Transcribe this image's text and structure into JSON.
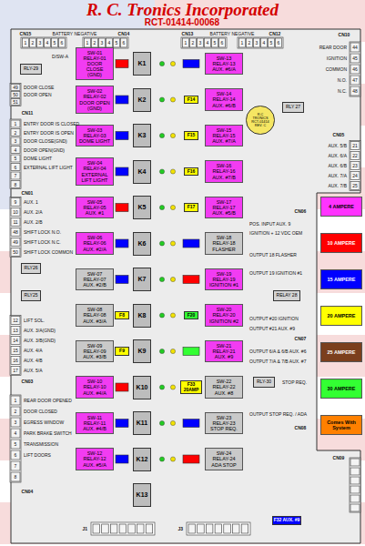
{
  "diagram": {
    "title": "R. C. Tronics Incorporated",
    "nodes": [
      {
        "text": [
          "RLY-29"
        ]
      },
      {
        "text": [
          "K1"
        ]
      },
      {
        "text": [
          "K2"
        ]
      },
      {
        "text": [
          "K3"
        ]
      },
      {
        "text": [
          "K4"
        ]
      },
      {
        "text": [
          "K5"
        ]
      },
      {
        "text": [
          "K6"
        ]
      },
      {
        "text": [
          "K7"
        ]
      },
      {
        "text": [
          "K8"
        ]
      },
      {
        "text": [
          "K9"
        ]
      },
      {
        "text": [
          "K10"
        ]
      },
      {
        "text": [
          "K11"
        ]
      },
      {
        "text": [
          "K12"
        ]
      },
      {
        "text": [
          "K13"
        ]
      },
      {
        "text": [
          "SW-01",
          "RELAY-01",
          "DOOR CLOSE",
          "(GND)"
        ]
      },
      {
        "text": [
          "SW-02",
          "RELAY-02",
          "DOOR OPEN",
          "(GND)"
        ]
      },
      {
        "text": [
          "SW-03",
          "RELAY-03",
          "DOME LIGHT"
        ]
      },
      {
        "text": [
          "SW-04",
          "RELAY-04",
          "EXTERNAL LIFT LIGHT"
        ]
      },
      {
        "text": [
          "SW-05",
          "RELAY-05",
          "AUX. #1"
        ]
      },
      {
        "text": [
          "SW-06",
          "RELAY-06",
          "AUX. #2/A"
        ]
      },
      {
        "text": [
          "SW-07",
          "RELAY-07",
          "AUX. #2/B"
        ]
      },
      {
        "text": [
          "SW-08",
          "RELAY-08",
          "AUX. #3/A"
        ]
      },
      {
        "text": [
          "SW-09",
          "RELAY-09",
          "AUX. #3/B"
        ]
      },
      {
        "text": [
          "SW-10",
          "RELAY-10",
          "AUX. #4/A"
        ]
      },
      {
        "text": [
          "SW-11",
          "RELAY-11",
          "AUX. #4/B"
        ]
      },
      {
        "text": [
          "SW-12",
          "RELAY-12",
          "AUX. #5/A"
        ]
      },
      {
        "text": [
          "SW-13",
          "RELAY-13",
          "AUX. #6/A"
        ]
      },
      {
        "text": [
          "SW-14",
          "RELAY-14",
          "AUX. #6/B"
        ]
      },
      {
        "text": [
          "SW-15",
          "RELAY-15",
          "AUX. #7/A"
        ]
      },
      {
        "text": [
          "SW-16",
          "RELAY-16",
          "AUX. #7/B"
        ]
      },
      {
        "text": [
          "SW-17",
          "RELAY-17",
          "AUX. #5/B"
        ]
      },
      {
        "text": [
          "SW-18",
          "RELAY-18",
          "FLASHER"
        ]
      },
      {
        "text": [
          "SW-19",
          "RELAY-19",
          "IGNITION #1"
        ]
      },
      {
        "text": [
          "SW-20",
          "RELAY-20",
          "IGNITION #2"
        ]
      },
      {
        "text": [
          "SW-21",
          "RELAY-21",
          "AUX. #9"
        ]
      },
      {
        "text": [
          "SW-22",
          "RELAY-22",
          "AUX. #8"
        ]
      },
      {
        "text": [
          "SW-23",
          "RELAY-23",
          "STOP REQ."
        ]
      },
      {
        "text": [
          "SW-24",
          "RELAY-24",
          "ADA STOP"
        ]
      },
      {
        "text": [
          "F8"
        ]
      },
      {
        "text": [
          "F9"
        ]
      },
      {
        "text": [
          "F14"
        ]
      },
      {
        "text": [
          "F15"
        ]
      },
      {
        "text": [
          "F16"
        ]
      },
      {
        "text": [
          "F17"
        ]
      },
      {
        "text": [
          "F20"
        ]
      },
      {
        "text": [
          "F33 20AMP"
        ]
      },
      {
        "text": [
          "RLY 27"
        ]
      },
      {
        "text": [
          "R.C",
          "TRONICS",
          "RCT-01414",
          "REV. C"
        ]
      },
      {
        "text": [
          "RLY26"
        ]
      },
      {
        "text": [
          "RLY25"
        ]
      },
      {
        "text": [
          "RELAY 28"
        ]
      },
      {
        "text": [
          "RLY-30"
        ]
      },
      {
        "text": [
          "F32 AUX. #9"
        ]
      }
    ],
    "labels": [
      "BATTERY NEGATIVE",
      "BATTERY NEGATIVE",
      "CN15",
      "CN14",
      "CN13",
      "CN12",
      "1",
      "2",
      "3",
      "4",
      "5",
      "6",
      "1",
      "2",
      "3",
      "4",
      "5",
      "6",
      "1",
      "2",
      "3",
      "4",
      "5",
      "6",
      "1",
      "2",
      "3",
      "4",
      "5",
      "6",
      "D/SW-A",
      "49",
      "DOOR CLOSE",
      "50",
      "DOOR OPEN",
      "51",
      "CN11",
      "1",
      "2",
      "3",
      "4",
      "5",
      "6",
      "7",
      "8",
      "ENTRY DOOR IS CLOSED",
      "ENTRY DOOR IS OPEN",
      "DOOR CLOSE(GND)",
      "DOOR OPEN(GND)",
      "DOME LIGHT",
      "EXTERNAL LIFT LIGHT",
      "CN01",
      "9",
      "10",
      "11",
      "48",
      "49",
      "50",
      "AUX. 1",
      "AUX. 2/A",
      "AUX. 2/B",
      "SHIFT LOCK N.O.",
      "SHIFT LOCK N.C.",
      "SHIFT LOCK COMMON",
      "12",
      "13",
      "14",
      "15",
      "16",
      "17",
      "LIFT SOL.",
      "AUX. 3/A(GND)",
      "AUX. 3/B(GND)",
      "AUX. 4/A",
      "AUX. 4/B",
      "AUX. 5/A",
      "CN03",
      "1",
      "2",
      "3",
      "4",
      "5",
      "6",
      "7",
      "8",
      "REAR DOOR OPENED",
      "DOOR CLOSED",
      "EGRESS WINDOW",
      "PARK BRAKE SWITCH",
      "TRANSMISSION",
      "LIFT DOORS",
      "CN04",
      "J1",
      "J3",
      "CN10",
      "44",
      "45",
      "46",
      "47",
      "48",
      "REAR DOOR",
      "IGNITION",
      "COMMON",
      "N.O.",
      "N.C.",
      "CN05",
      "21",
      "22",
      "23",
      "24",
      "25",
      "AUX. 5/B",
      "AUX. 6/A",
      "AUX. 6/B",
      "AUX. 7/A",
      "AUX. 7/B",
      "CN06",
      "POS. INPUT AUX. 9",
      "IGNITION + 12 VDC OEM",
      "OUTPUT 18 FLASHER",
      "OUTPUT 19 IGNITION #1",
      "OUTPUT #20 IGNITION",
      "OUTPUT #21 AUX. #9",
      "CN07",
      "OUTPUT 6/A & 6/B AUX. #6",
      "OUTPUT 7/A & 7/B AUX. #7",
      "STOP REQ.",
      "OUTPUT STOP REQ. / ADA",
      "CN08",
      "CN09",
      "RCT-01414-00068"
    ],
    "legend": [
      {
        "text": "4 AMPERE",
        "color": "#ff33ff"
      },
      {
        "text": "10 AMPERE",
        "color": "#ff0000"
      },
      {
        "text": "15 AMPERE",
        "color": "#0000ff"
      },
      {
        "text": "20 AMPERE",
        "color": "#ffff00"
      },
      {
        "text": "25 AMPERE",
        "color": "#7b3f1d"
      },
      {
        "text": "30 AMPERE",
        "color": "#33ff33"
      },
      {
        "text": "Comes With System",
        "color": "#ff8000"
      }
    ]
  }
}
